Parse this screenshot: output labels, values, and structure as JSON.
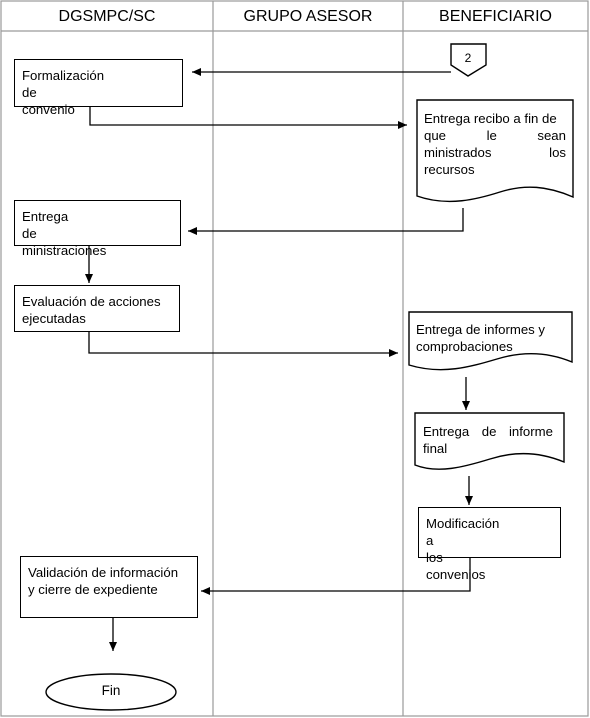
{
  "lanes": [
    "DGSMPC/SC",
    "GRUPO ASESOR",
    "BENEFICIARIO"
  ],
  "connector": "2",
  "steps": {
    "formalizacion": [
      "Formalización",
      "de",
      "convenio"
    ],
    "entrega_recibo": [
      "Entrega recibo a fin de",
      "que",
      "le",
      "sean",
      "ministrados",
      "los",
      "recursos"
    ],
    "entrega_ministraciones": [
      "Entrega",
      "de",
      "ministraciones"
    ],
    "evaluacion": [
      "Evaluación de acciones",
      "ejecutadas"
    ],
    "entrega_informes": [
      "Entrega de informes y",
      "comprobaciones"
    ],
    "entrega_informe_final": [
      "Entrega",
      "de",
      "informe",
      "final"
    ],
    "modificacion": [
      "Modificación",
      "a",
      "los",
      "convenios"
    ],
    "validacion": [
      "Validación de información",
      "y cierre de expediente"
    ]
  },
  "terminal": "Fin"
}
